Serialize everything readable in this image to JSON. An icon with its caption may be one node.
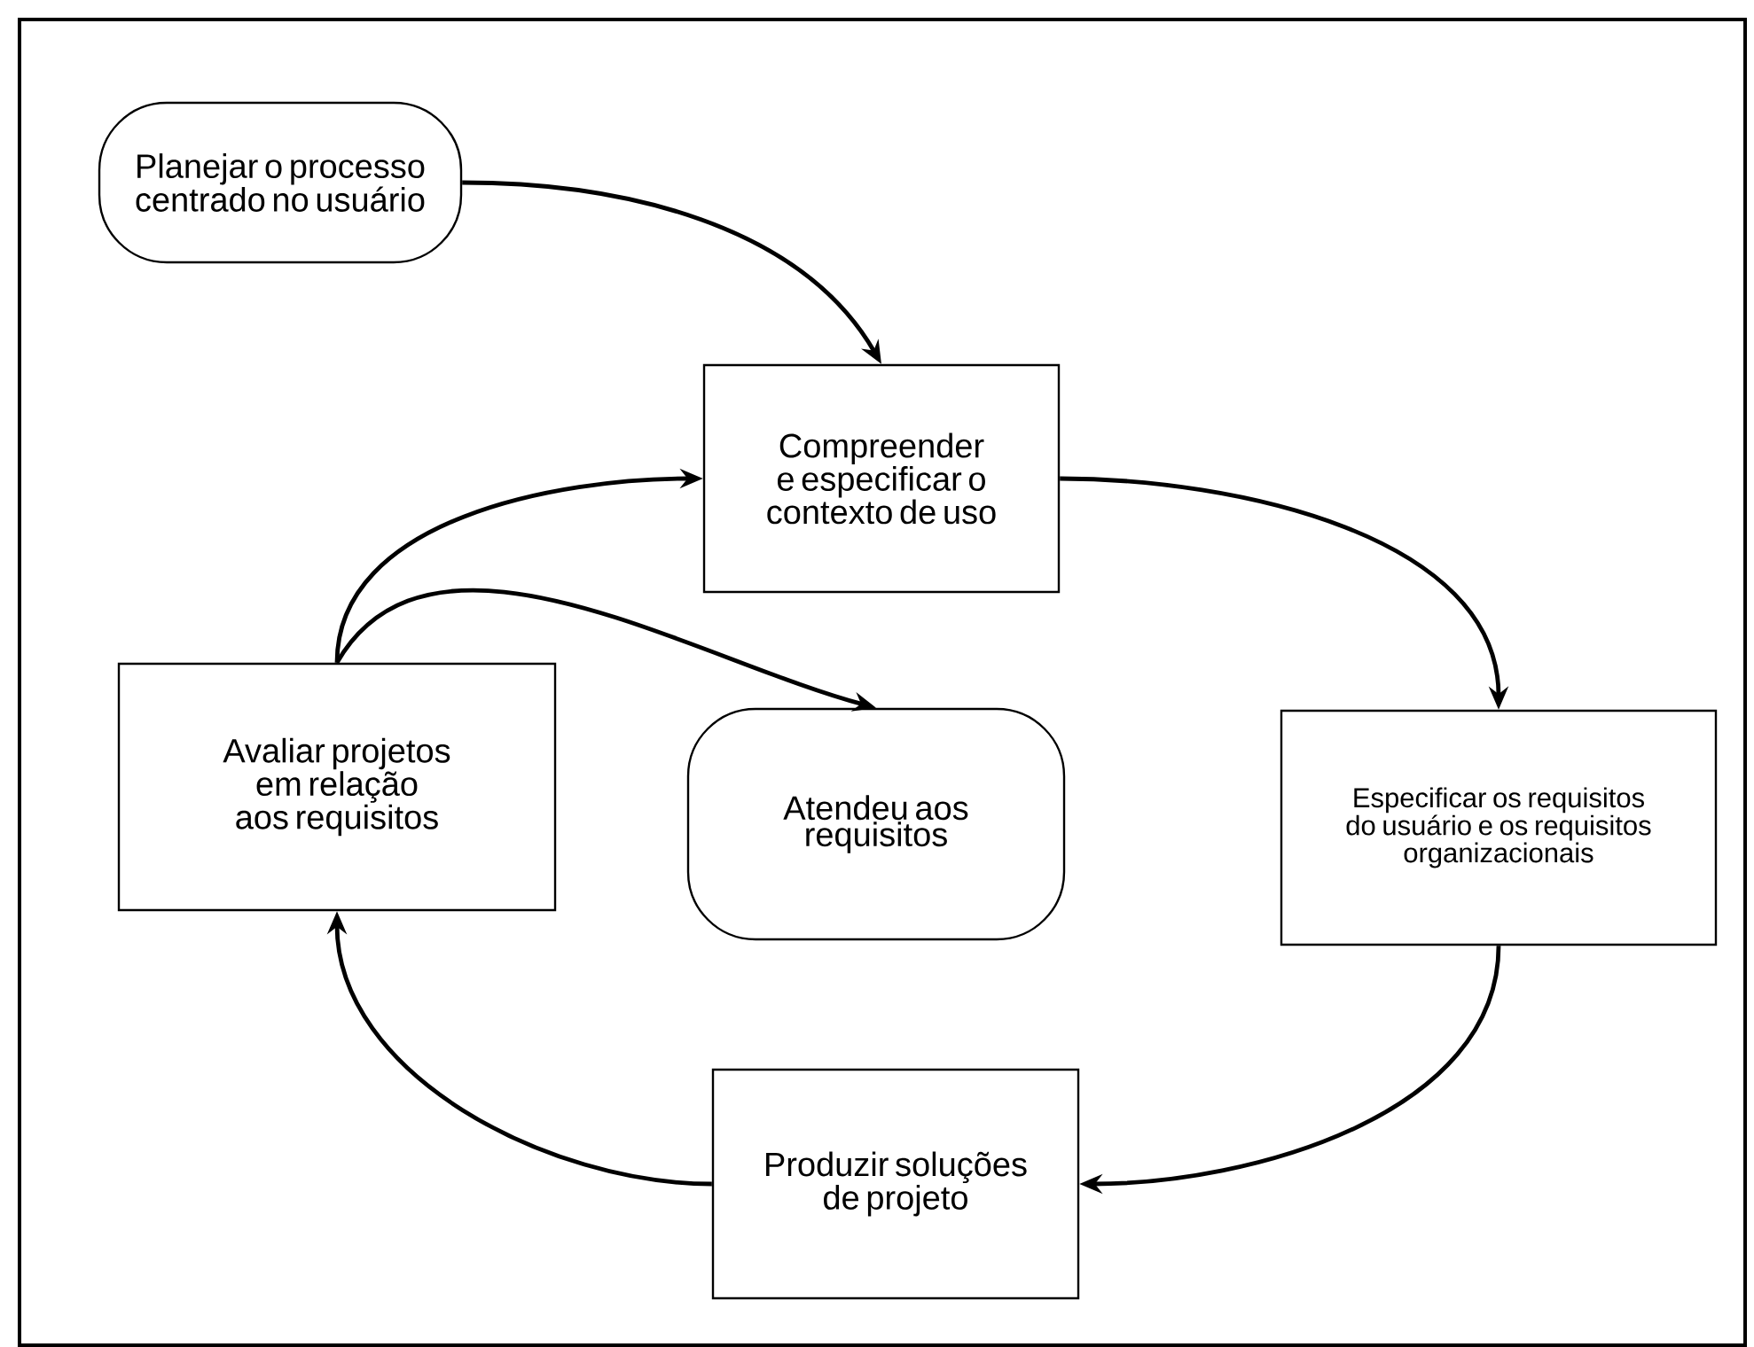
{
  "diagram": {
    "nodes": [
      {
        "text": [
          "Planejar o processo centrado no usuário"
        ]
      },
      {
        "text": [
          "Compreender e especificar o contexto de uso"
        ]
      },
      {
        "text": [
          "Especificar os requisitos do usuário e os requisitos organizacionais"
        ]
      },
      {
        "text": [
          "Produzir soluções de projeto"
        ]
      },
      {
        "text": [
          "Avaliar projetos em relação aos requisitos"
        ]
      },
      {
        "text": [
          "Atendeu aos requisitos"
        ]
      }
    ],
    "edges": [
      {
        "from": 0,
        "to": 1,
        "arrow": "to"
      },
      {
        "from": 1,
        "to": 2,
        "arrow": "to"
      },
      {
        "from": 2,
        "to": 3,
        "arrow": "to"
      },
      {
        "from": 3,
        "to": 4,
        "arrow": "to"
      },
      {
        "from": 4,
        "to": 1,
        "arrow": "to"
      },
      {
        "from": 4,
        "to": 5,
        "arrow": "to"
      }
    ]
  }
}
